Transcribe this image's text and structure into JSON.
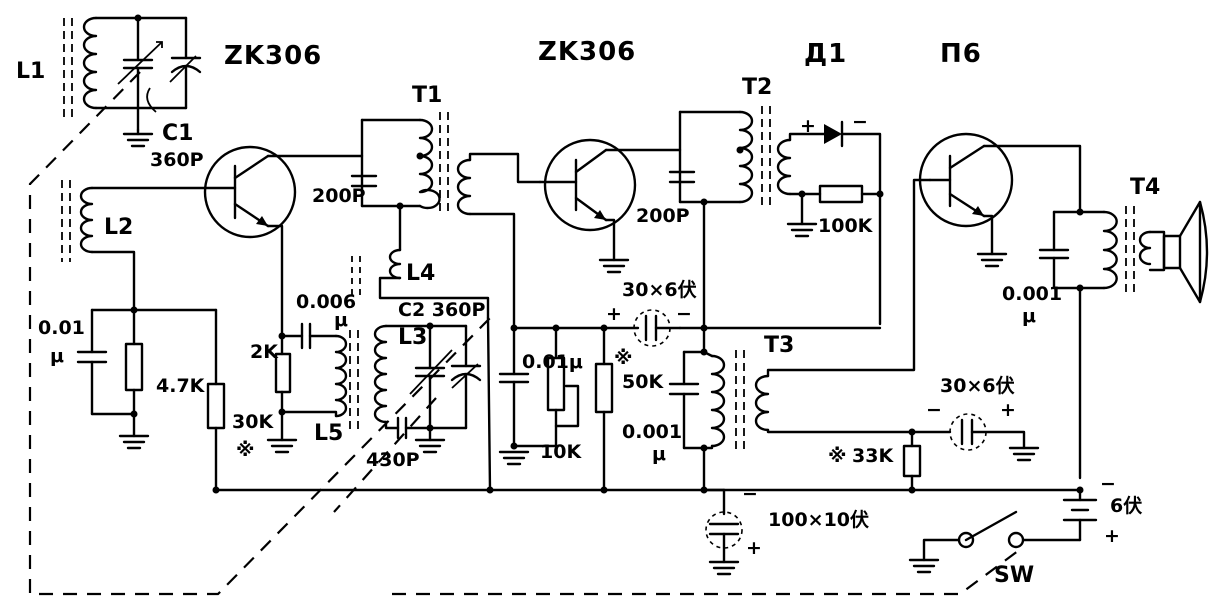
{
  "transistors": {
    "t1": "ZK306",
    "t2": "ZK306",
    "t3": "Π6"
  },
  "detector": {
    "label": "Д1"
  },
  "transformers": {
    "t1": "T1",
    "t2": "T2",
    "t3": "T3",
    "t4": "T4"
  },
  "coils": {
    "l1": "L1",
    "l2": "L2",
    "l3": "L3",
    "l4": "L4",
    "l5": "L5"
  },
  "capacitors": {
    "c1_name": "C1",
    "c1_value": "360P",
    "c2": "C2 360P",
    "if1": "200P",
    "if2": "200P",
    "bypass_left_value": "0.01",
    "bypass_left_unit": "μ",
    "feedback_value": "0.006",
    "feedback_unit": "μ",
    "trim": "430P",
    "det_bypass": "0.01μ",
    "coupling": "30×6伏",
    "t3_primary_value": "0.001",
    "t3_primary_unit": "μ",
    "t3_secondary": "30×6伏",
    "filter": "100×10伏",
    "output_value": "0.001",
    "output_unit": "μ"
  },
  "resistors": {
    "r1": "4.7K",
    "r2": "2K",
    "r3": "30K",
    "r4": "50K",
    "r5": "10K",
    "r6": "100K",
    "r7": "33K"
  },
  "symbols": {
    "adjust_mark": "※",
    "plus": "+",
    "minus": "−"
  },
  "battery": {
    "label": "6伏"
  },
  "switch": {
    "label": "SW"
  }
}
